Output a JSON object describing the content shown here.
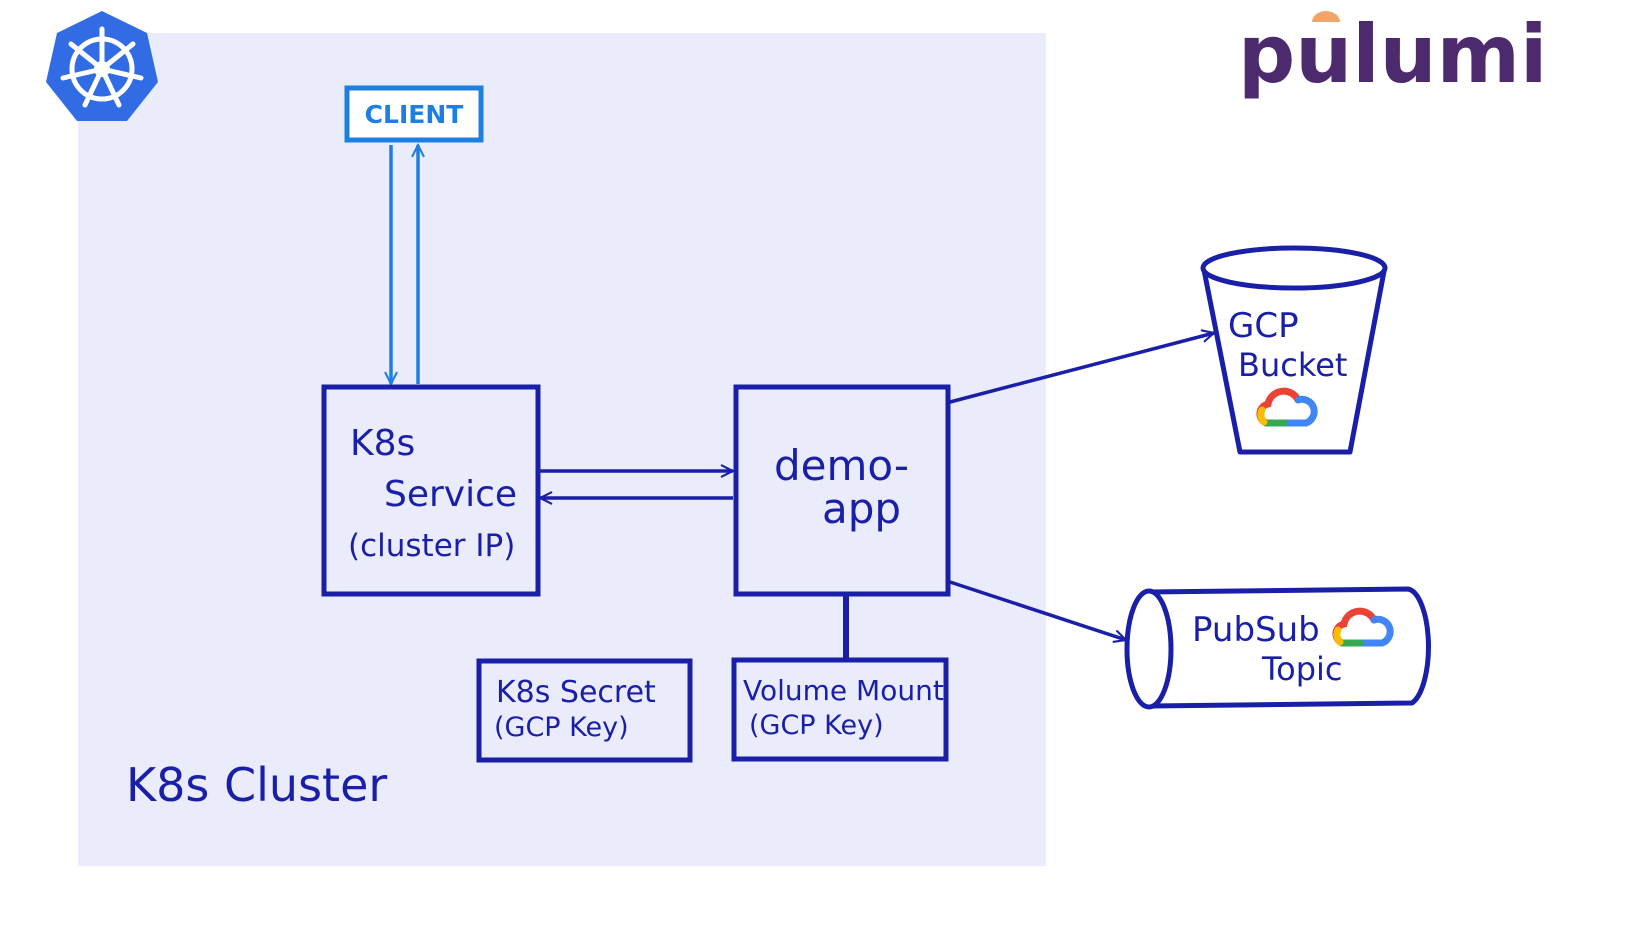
{
  "colors": {
    "ink": "#1a1fa8",
    "client_ink": "#1e7fe0",
    "cluster_bg": "#eaecfb",
    "k8s_blue": "#326ce5",
    "pulumi_purple": "#4d2a6e",
    "pulumi_orange": "#f2a56b"
  },
  "icons": {
    "kubernetes": "kubernetes-helm-icon",
    "gcp_cloud": "google-cloud-icon"
  },
  "logo": {
    "pulumi": "pulumi"
  },
  "cluster": {
    "label": "K8s Cluster"
  },
  "client": {
    "label": "CLIENT"
  },
  "service": {
    "line1": "K8s",
    "line2": "Service",
    "line3": "(cluster IP)"
  },
  "app": {
    "line1": "demo-",
    "line2": "app"
  },
  "secret": {
    "line1": "K8s Secret",
    "line2": "(GCP Key)"
  },
  "volume": {
    "line1": "Volume Mount",
    "line2": "(GCP Key)"
  },
  "bucket": {
    "line1": "GCP",
    "line2": "Bucket"
  },
  "pubsub": {
    "line1": "PubSub",
    "line2": "Topic"
  }
}
